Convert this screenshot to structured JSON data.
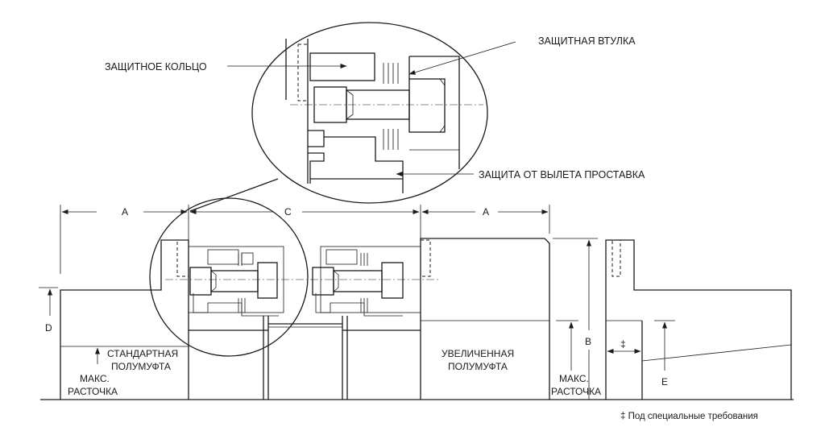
{
  "labels": {
    "protective_ring": "ЗАЩИТНОЕ КОЛЬЦО",
    "protective_sleeve": "ЗАЩИТНАЯ ВТУЛКА",
    "spacer_retention": "ЗАЩИТА ОТ ВЫЛЕТА ПРОСТАВКА",
    "standard_hub": [
      "СТАНДАРТНАЯ",
      "ПОЛУМУФТА"
    ],
    "max_bore": [
      "МАКС.",
      "РАСТОЧКА"
    ],
    "large_hub": [
      "УВЕЛИЧЕННАЯ",
      "ПОЛУМУФТА"
    ]
  },
  "dimensions": {
    "a_left": "A",
    "c": "C",
    "a_right": "A",
    "d": "D",
    "b": "B",
    "e": "E",
    "special": "‡"
  },
  "footnote": "‡ Под специальные требования"
}
